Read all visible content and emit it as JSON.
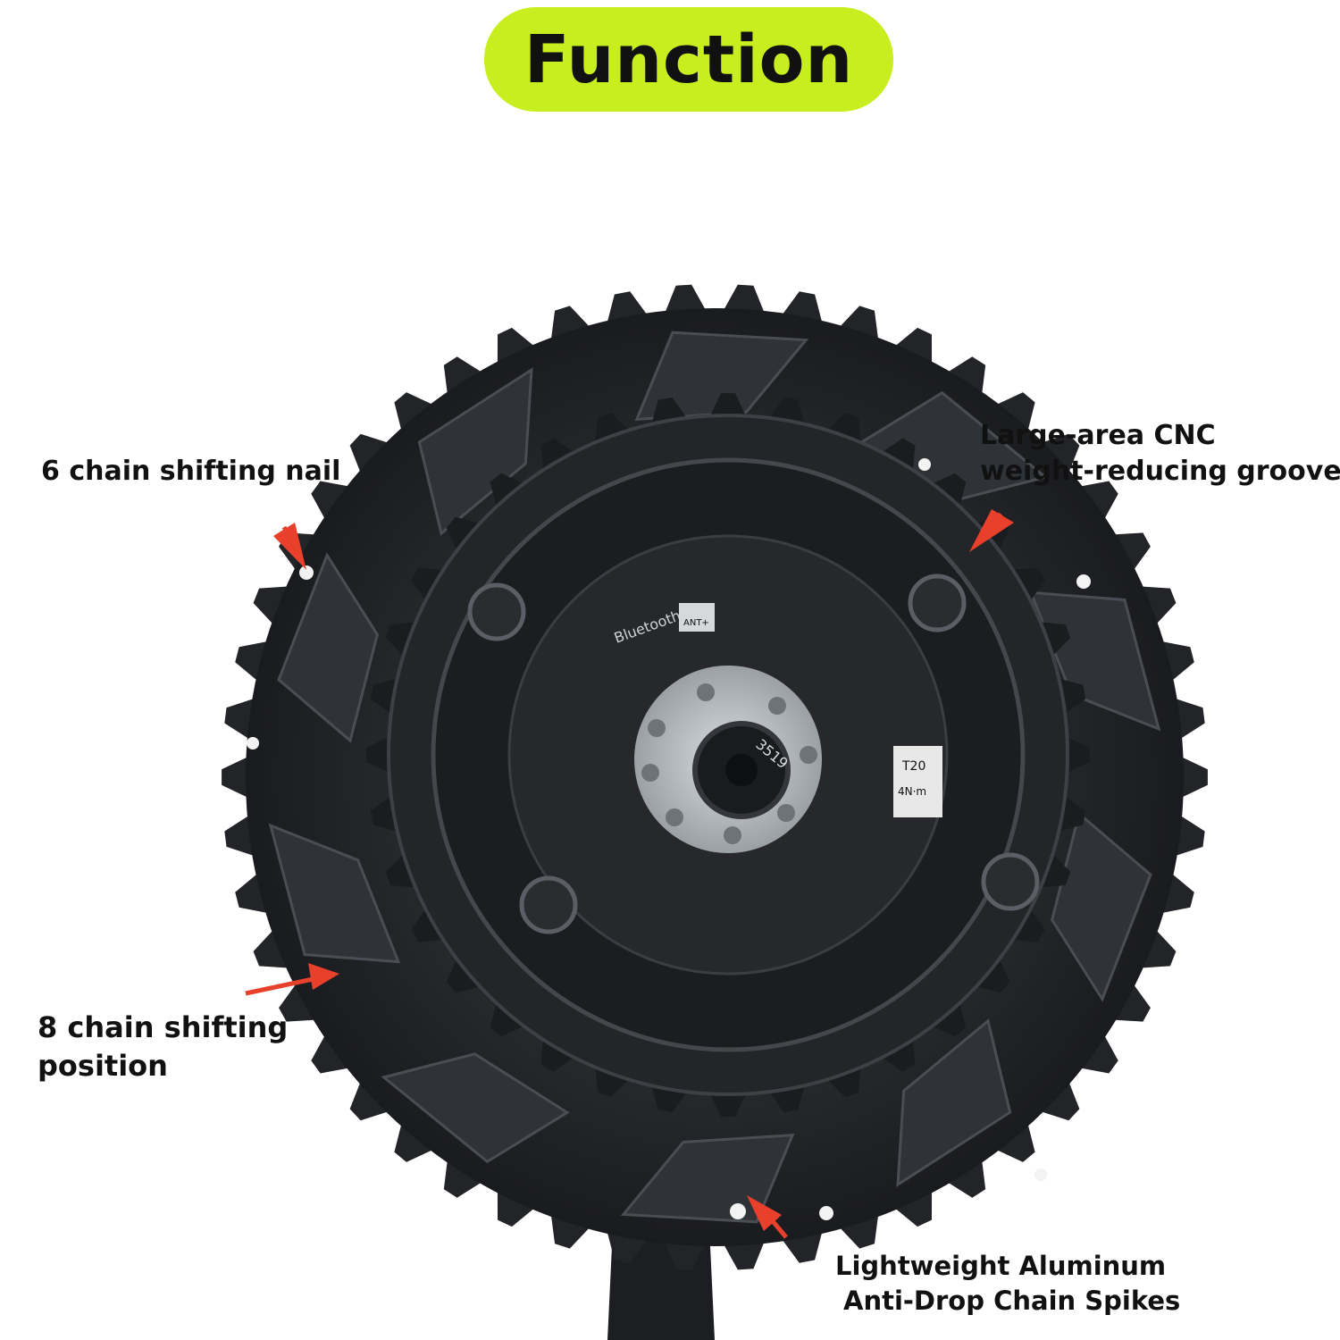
{
  "title": "Function",
  "colors": {
    "title_bg": "#c9ee1f",
    "arrow": "#e8402a",
    "chainring": "#26282b"
  },
  "labels": {
    "shift_nail": "6 chain shifting nail",
    "cnc_groove_line1": "Large-area CNC",
    "cnc_groove_line2": "weight-reducing groove",
    "shift_position_line1": "8 chain shifting",
    "shift_position_line2": "position",
    "spikes_line1": "Lightweight Aluminum",
    "spikes_line2": "Anti-Drop Chain Spikes"
  },
  "crank_markings": {
    "brand_badge": "Bluetooth",
    "ant": "ANT+",
    "torque": "T20",
    "torque_value": "4N·m",
    "serial": "3519"
  }
}
